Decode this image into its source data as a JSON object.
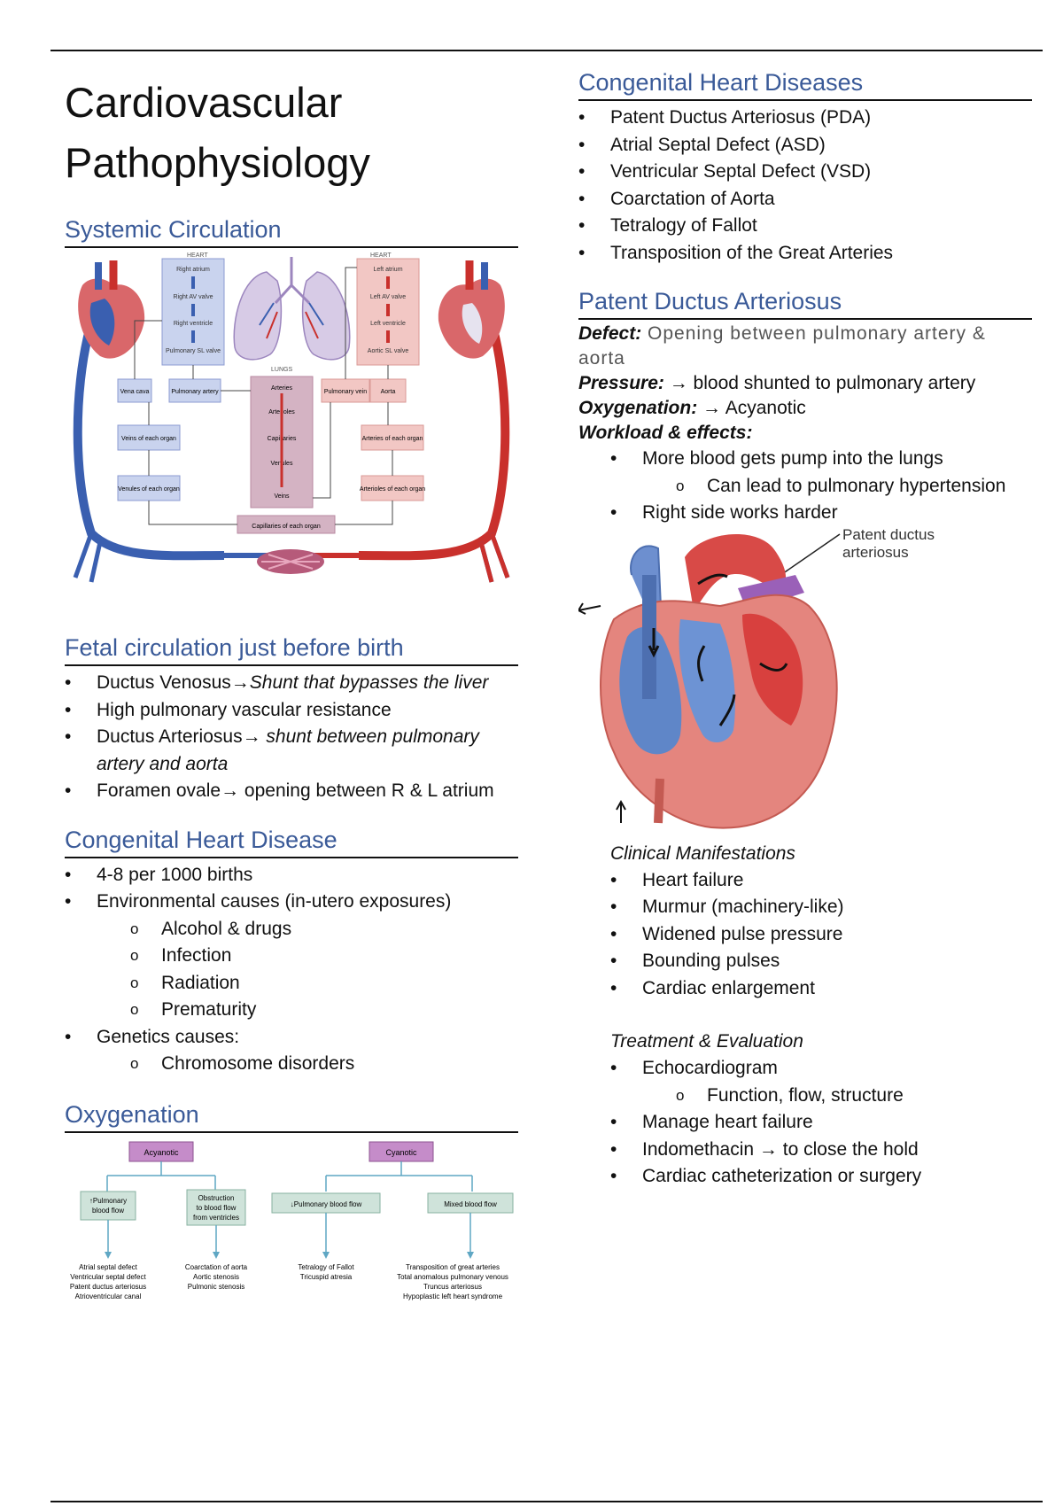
{
  "doc": {
    "title_line1": "Cardiovascular",
    "title_line2": "Pathophysiology"
  },
  "systemic": {
    "heading": "Systemic Circulation",
    "figure": {
      "heart_left": "HEART",
      "heart_right": "HEART",
      "lungs": "LUNGS",
      "right_chain": [
        "Right atrium",
        "Right AV valve",
        "Right ventricle",
        "Pulmonary SL valve"
      ],
      "left_chain": [
        "Left atrium",
        "Left AV valve",
        "Left ventricle",
        "Aortic SL valve"
      ],
      "vena_cava": "Vena cava",
      "pulmonary_artery": "Pulmonary artery",
      "lung_chain": [
        "Arteries",
        "Arterioles",
        "Capillaries",
        "Venules",
        "Veins"
      ],
      "pulmonary_vein": "Pulmonary vein",
      "aorta": "Aorta",
      "veins_of_each_organ": "Veins of each organ",
      "arteries_of_each_organ": "Arteries of each organ",
      "venules_of_each_organ": "Venules of each organ",
      "arterioles_of_each_organ": "Arterioles of each organ",
      "capillaries_of_each_organ": "Capillaries of each organ"
    }
  },
  "fetal": {
    "heading": "Fetal circulation just before birth",
    "items": [
      {
        "lead": "Ductus Venosus→",
        "detail": "Shunt that bypasses the liver"
      },
      {
        "lead": "High pulmonary vascular resistance",
        "detail": ""
      },
      {
        "lead": "Ductus Arteriosus→ ",
        "detail": "shunt between pulmonary artery and aorta"
      },
      {
        "lead": "Foramen ovale→ opening between R & L atrium",
        "detail": ""
      }
    ]
  },
  "chd": {
    "heading": "Congenital Heart Disease",
    "incidence": "4-8 per 1000 births",
    "env": "Environmental causes (in-utero exposures)",
    "env_items": [
      "Alcohol & drugs",
      "Infection",
      "Radiation",
      "Prematurity"
    ],
    "gen": "Genetics causes:",
    "gen_items": [
      "Chromosome disorders"
    ]
  },
  "oxygenation": {
    "heading": "Oxygenation",
    "figure": {
      "acyanotic": "Acyanotic",
      "cyanotic": "Cyanotic",
      "box1": [
        "↑Pulmonary",
        "blood flow"
      ],
      "box2": [
        "Obstruction",
        "to blood flow",
        "from ventricles"
      ],
      "box3": "↓Pulmonary blood flow",
      "box4": "Mixed blood flow",
      "list1": [
        "Atrial septal defect",
        "Ventricular septal defect",
        "Patent ductus arteriosus",
        "Atrioventricular canal"
      ],
      "list2": [
        "Coarctation of aorta",
        "Aortic stenosis",
        "Pulmonic stenosis"
      ],
      "list3": [
        "Tetralogy of Fallot",
        "Tricuspid atresia"
      ],
      "list4": [
        "Transposition of great arteries",
        "Total anomalous pulmonary venous",
        "Truncus arteriosus",
        "Hypoplastic left heart syndrome"
      ]
    }
  },
  "chds": {
    "heading": "Congenital Heart Diseases",
    "items": [
      "Patent Ductus Arteriosus (PDA)",
      "Atrial Septal Defect (ASD)",
      "Ventricular Septal Defect (VSD)",
      "Coarctation of Aorta",
      "Tetralogy of Fallot",
      "Transposition of the Great Arteries"
    ]
  },
  "pda": {
    "heading": "Patent Ductus Arteriosus",
    "defect_label": "Defect:",
    "defect_text": " Opening between pulmonary artery & aorta",
    "pressure_label": "Pressure:",
    "pressure_text": " → blood shunted to pulmonary artery",
    "oxy_label": "Oxygenation:",
    "oxy_text": " → Acyanotic",
    "workload_label": "Workload & effects:",
    "work_item1": "More blood gets pump into the lungs",
    "work_sub1": "Can lead to pulmonary hypertension",
    "work_item2": "Right side works harder",
    "figure_label_1": "Patent ductus",
    "figure_label_2": "arteriosus",
    "clinical_heading": "Clinical Manifestations",
    "clinical_items": [
      "Heart failure",
      "Murmur (machinery-like)",
      "Widened pulse pressure",
      "Bounding pulses",
      "Cardiac enlargement"
    ],
    "treatment_heading": "Treatment & Evaluation",
    "treat_item1": "Echocardiogram",
    "treat_sub1": "Function, flow, structure",
    "treat_item2": "Manage heart failure",
    "treat_item3": "Indomethacin → to close the hold",
    "treat_item4": "Cardiac catheterization or surgery"
  },
  "colors": {
    "heading": "#3a5a98",
    "vein_blue": "#3a5fb0",
    "artery_red": "#c9302c",
    "box_blue": "#c9d3ee",
    "box_pink": "#f2c7c4",
    "box_purple": "#c58cc9",
    "box_green": "#cfe3da"
  }
}
